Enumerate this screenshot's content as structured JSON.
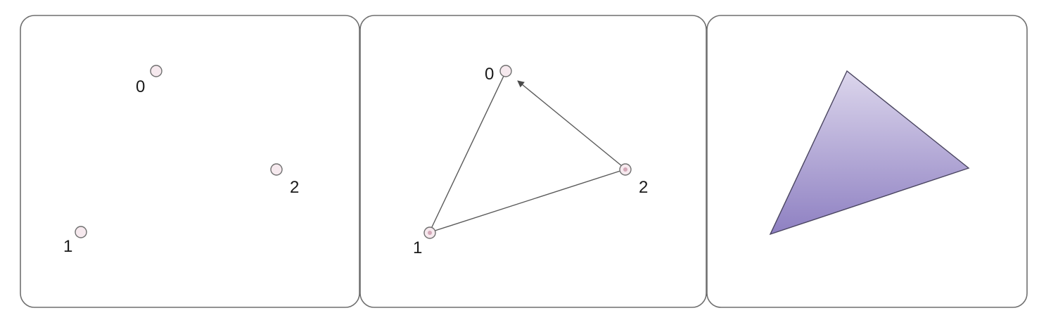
{
  "colors": {
    "frame": "#6f6f6f",
    "vertex_fill": "#f6e9ee",
    "gradient_top": "#dcd6ec",
    "gradient_bottom": "#8e80c2"
  },
  "panels": [
    {
      "vertices": [
        {
          "label": "0"
        },
        {
          "label": "1"
        },
        {
          "label": "2"
        }
      ]
    },
    {
      "vertices": [
        {
          "label": "0"
        },
        {
          "label": "1"
        },
        {
          "label": "2"
        }
      ],
      "edges": [
        {
          "from": "0",
          "to": "1"
        },
        {
          "from": "1",
          "to": "2"
        },
        {
          "from": "2",
          "to": "0",
          "arrow": true
        }
      ]
    },
    {
      "fill": "gradient"
    }
  ]
}
